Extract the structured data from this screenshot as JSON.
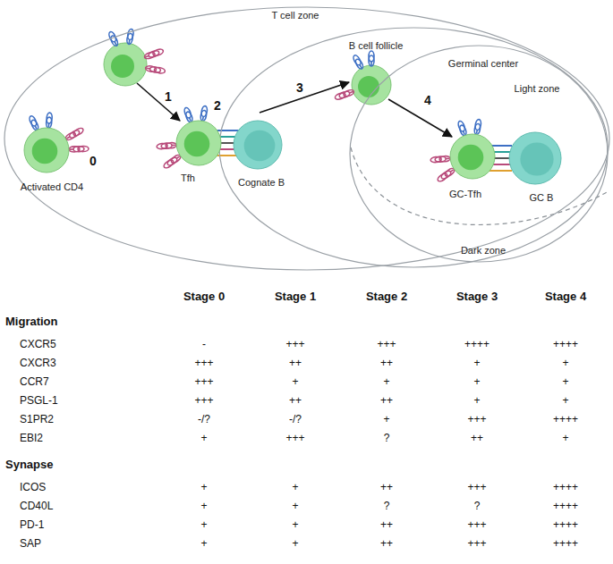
{
  "diagram": {
    "nodes": [
      {
        "text": [
          "T cell zone"
        ]
      },
      {
        "text": [
          "B cell follicle"
        ],
        "in": 0
      },
      {
        "text": [
          "Germinal center",
          "Light zone",
          "Dark zone"
        ],
        "in": 1
      },
      {
        "text": [
          "Activated CD4"
        ],
        "in": 0
      },
      {
        "text": [
          "Tfh"
        ],
        "in": 0
      },
      {
        "text": [
          "Cognate B"
        ],
        "in": 1
      },
      {
        "text": [
          "GC-Tfh"
        ],
        "in": 2
      },
      {
        "text": [
          "GC B"
        ],
        "in": 2
      }
    ],
    "labels": [
      "0",
      "1",
      "2",
      "3",
      "4",
      "Stage 0",
      "Stage 1",
      "Stage 2",
      "Stage 3",
      "Stage 4",
      "Migration",
      "CXCR5",
      "-",
      "+++",
      "+++",
      "++++",
      "++++",
      "CXCR3",
      "+++",
      "++",
      "++",
      "+",
      "+",
      "CCR7",
      "+++",
      "+",
      "+",
      "+",
      "+",
      "PSGL-1",
      "+++",
      "++",
      "++",
      "+",
      "+",
      "S1PR2",
      "-/?",
      "-/?",
      "+",
      "+++",
      "++++",
      "EBI2",
      "+",
      "+++",
      "?",
      "++",
      "+",
      "Synapse",
      "ICOS",
      "+",
      "+",
      "++",
      "+++",
      "++++",
      "CD40L",
      "+",
      "+",
      "?",
      "?",
      "++++",
      "PD-1",
      "+",
      "+",
      "++",
      "+++",
      "++++",
      "SAP",
      "+",
      "+",
      "++",
      "+++",
      "++++"
    ]
  }
}
